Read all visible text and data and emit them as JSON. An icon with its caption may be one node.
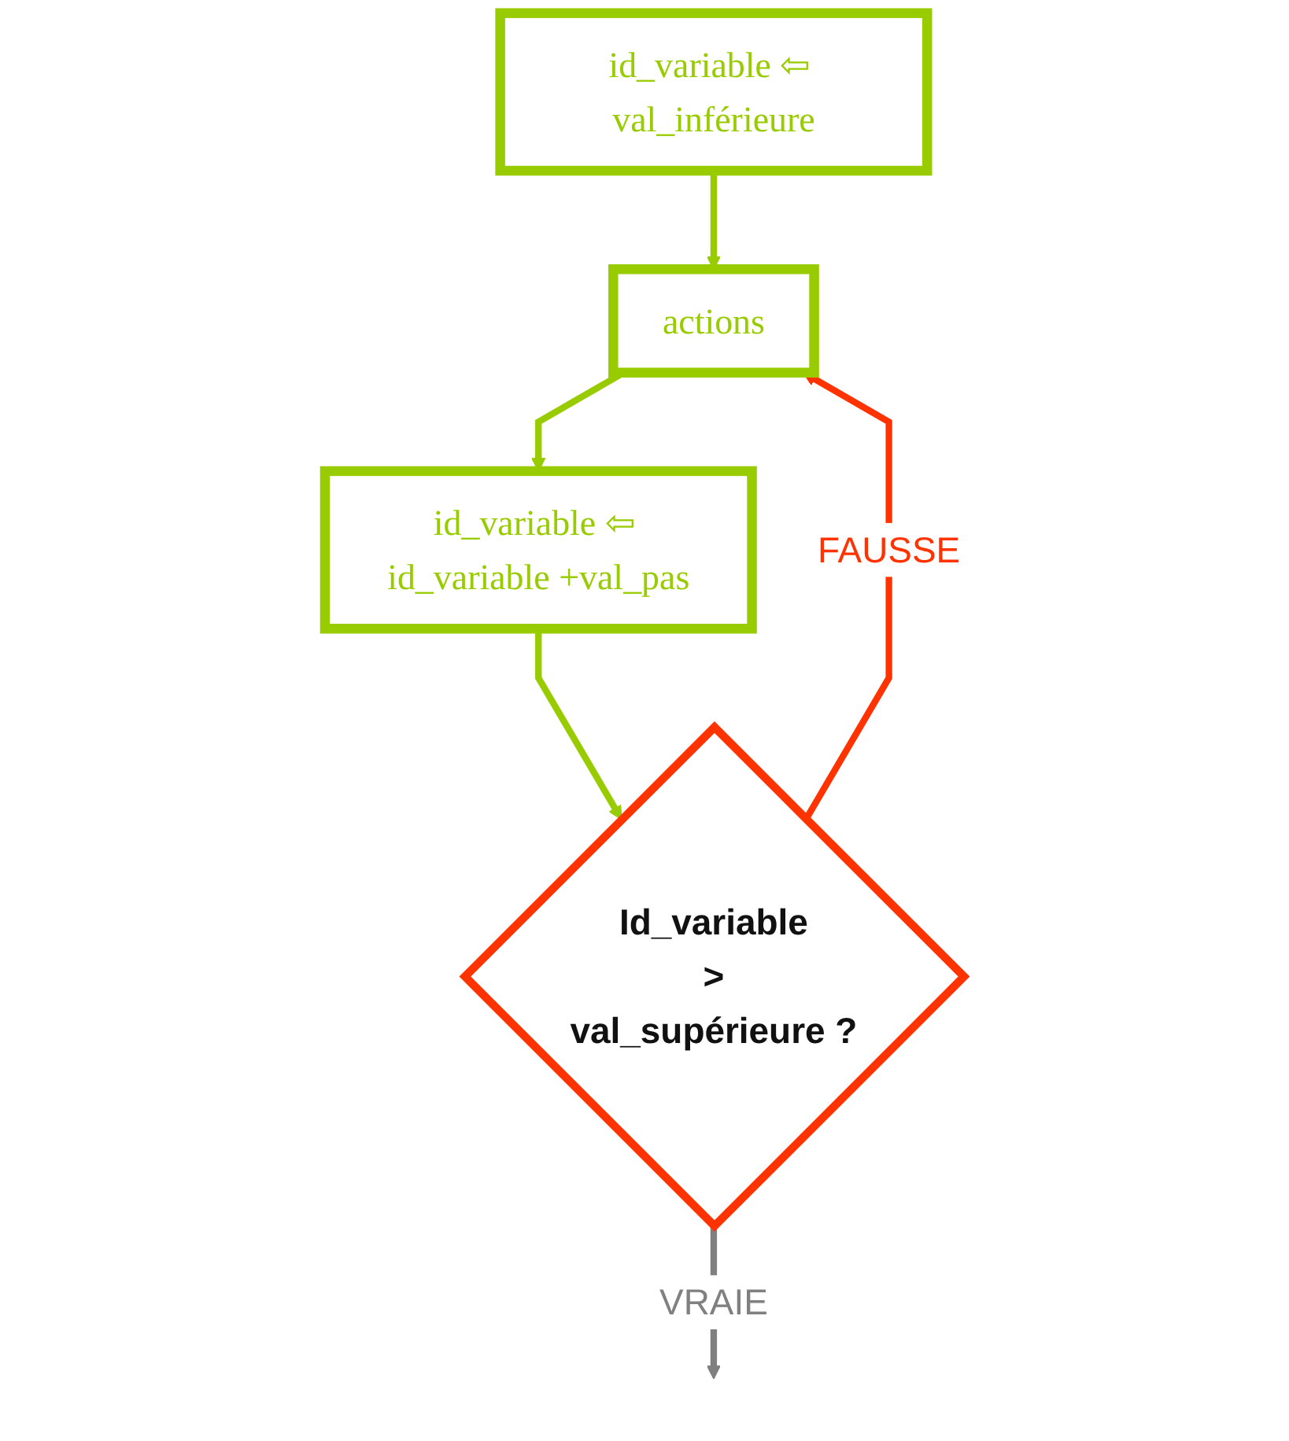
{
  "diagram": {
    "nodes": [
      {
        "text": [
          "id_variable ⇦ val_inférieure"
        ]
      },
      {
        "text": [
          "actions"
        ]
      },
      {
        "text": [
          "id_variable ⇦ id_variable +val_pas"
        ]
      },
      {
        "text": [
          "Id_variable",
          ">",
          "val_supérieure ?"
        ]
      }
    ],
    "edges": [
      {
        "from": 0,
        "to": 1,
        "arrow": "to"
      },
      {
        "from": 1,
        "to": 2,
        "arrow": "to"
      },
      {
        "from": 2,
        "to": 3,
        "arrow": "to"
      },
      {
        "from": 3,
        "to": 1,
        "arrow": "to",
        "label": "FAUSSE",
        "color": "#ff3300"
      },
      {
        "from": 3,
        "to": null,
        "arrow": "to",
        "label": "VRAIE",
        "color": "#808080"
      }
    ]
  }
}
